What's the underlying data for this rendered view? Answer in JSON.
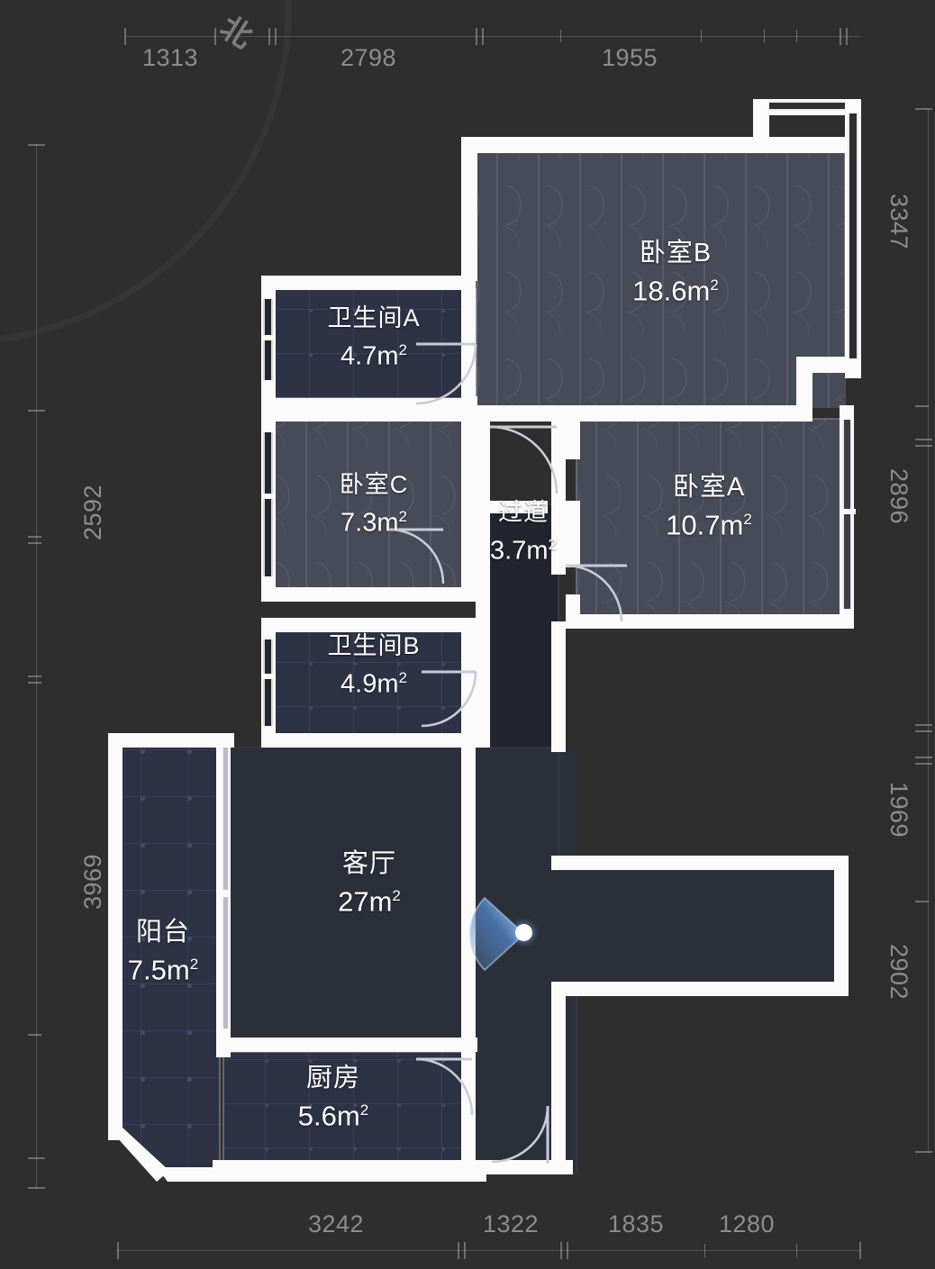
{
  "app": {
    "type": "floor-plan-viewer",
    "north_label": "北",
    "unit": "mm",
    "area_unit": "m²"
  },
  "rooms": [
    {
      "id": "bedroom-b",
      "name": "卧室B",
      "area": "18.6m",
      "area_value": 18.6,
      "floor": "wood"
    },
    {
      "id": "bathroom-a",
      "name": "卫生间A",
      "area": "4.7m",
      "area_value": 4.7,
      "floor": "tile"
    },
    {
      "id": "bedroom-c",
      "name": "卧室C",
      "area": "7.3m",
      "area_value": 7.3,
      "floor": "wood"
    },
    {
      "id": "hallway",
      "name": "过道",
      "area": "3.7m",
      "area_value": 3.7,
      "floor": "plain-dark"
    },
    {
      "id": "bedroom-a",
      "name": "卧室A",
      "area": "10.7m",
      "area_value": 10.7,
      "floor": "wood"
    },
    {
      "id": "bathroom-b",
      "name": "卫生间B",
      "area": "4.9m",
      "area_value": 4.9,
      "floor": "tile"
    },
    {
      "id": "living",
      "name": "客厅",
      "area": "27m",
      "area_value": 27.0,
      "floor": "plain"
    },
    {
      "id": "balcony",
      "name": "阳台",
      "area": "7.5m",
      "area_value": 7.5,
      "floor": "tile"
    },
    {
      "id": "kitchen",
      "name": "厨房",
      "area": "5.6m",
      "area_value": 5.6,
      "floor": "tile"
    }
  ],
  "dimensions": {
    "top": [
      "1313",
      "2798",
      "1955"
    ],
    "bottom": [
      "3242",
      "1322",
      "1835",
      "1280"
    ],
    "left": [
      "2592",
      "3969"
    ],
    "right": [
      "3347",
      "2896",
      "1969",
      "2902"
    ]
  },
  "superscript": "2",
  "colors": {
    "background": "#2e2e2e",
    "wall": "#fbfbfb",
    "floor_wood": "#474a57",
    "floor_tile": "#2d3345",
    "floor_plain": "#2b2f3a",
    "floor_dark": "#22252f",
    "ruler": "#8d8d8d",
    "cone_accent": "#5b86c4"
  }
}
